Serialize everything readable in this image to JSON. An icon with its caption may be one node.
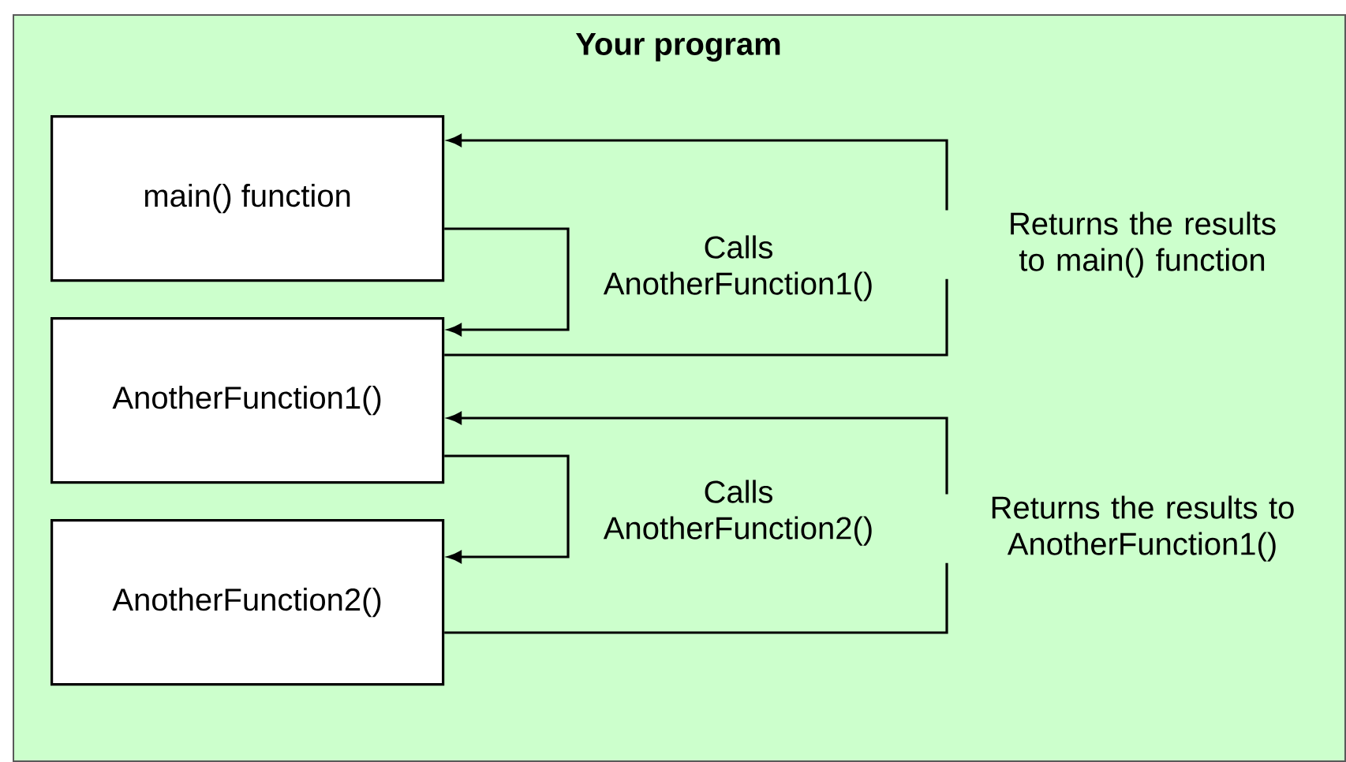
{
  "diagram": {
    "nodes": [
      {
        "text": [
          "Your program"
        ]
      },
      {
        "text": [
          "main() function"
        ],
        "in": 0
      },
      {
        "text": [
          "AnotherFunction1()"
        ],
        "in": 0
      },
      {
        "text": [
          "AnotherFunction2()"
        ],
        "in": 0
      }
    ],
    "edges": [
      {
        "from": 1,
        "to": 2,
        "arrow": "to",
        "label": "Calls AnotherFunction1()"
      },
      {
        "from": 2,
        "to": 1,
        "arrow": "to",
        "label": "Returns the results to main() function"
      },
      {
        "from": 2,
        "to": 3,
        "arrow": "to",
        "label": "Calls AnotherFunction2()"
      },
      {
        "from": 3,
        "to": 2,
        "arrow": "to",
        "label": "Returns the results to AnotherFunction1()"
      }
    ]
  }
}
